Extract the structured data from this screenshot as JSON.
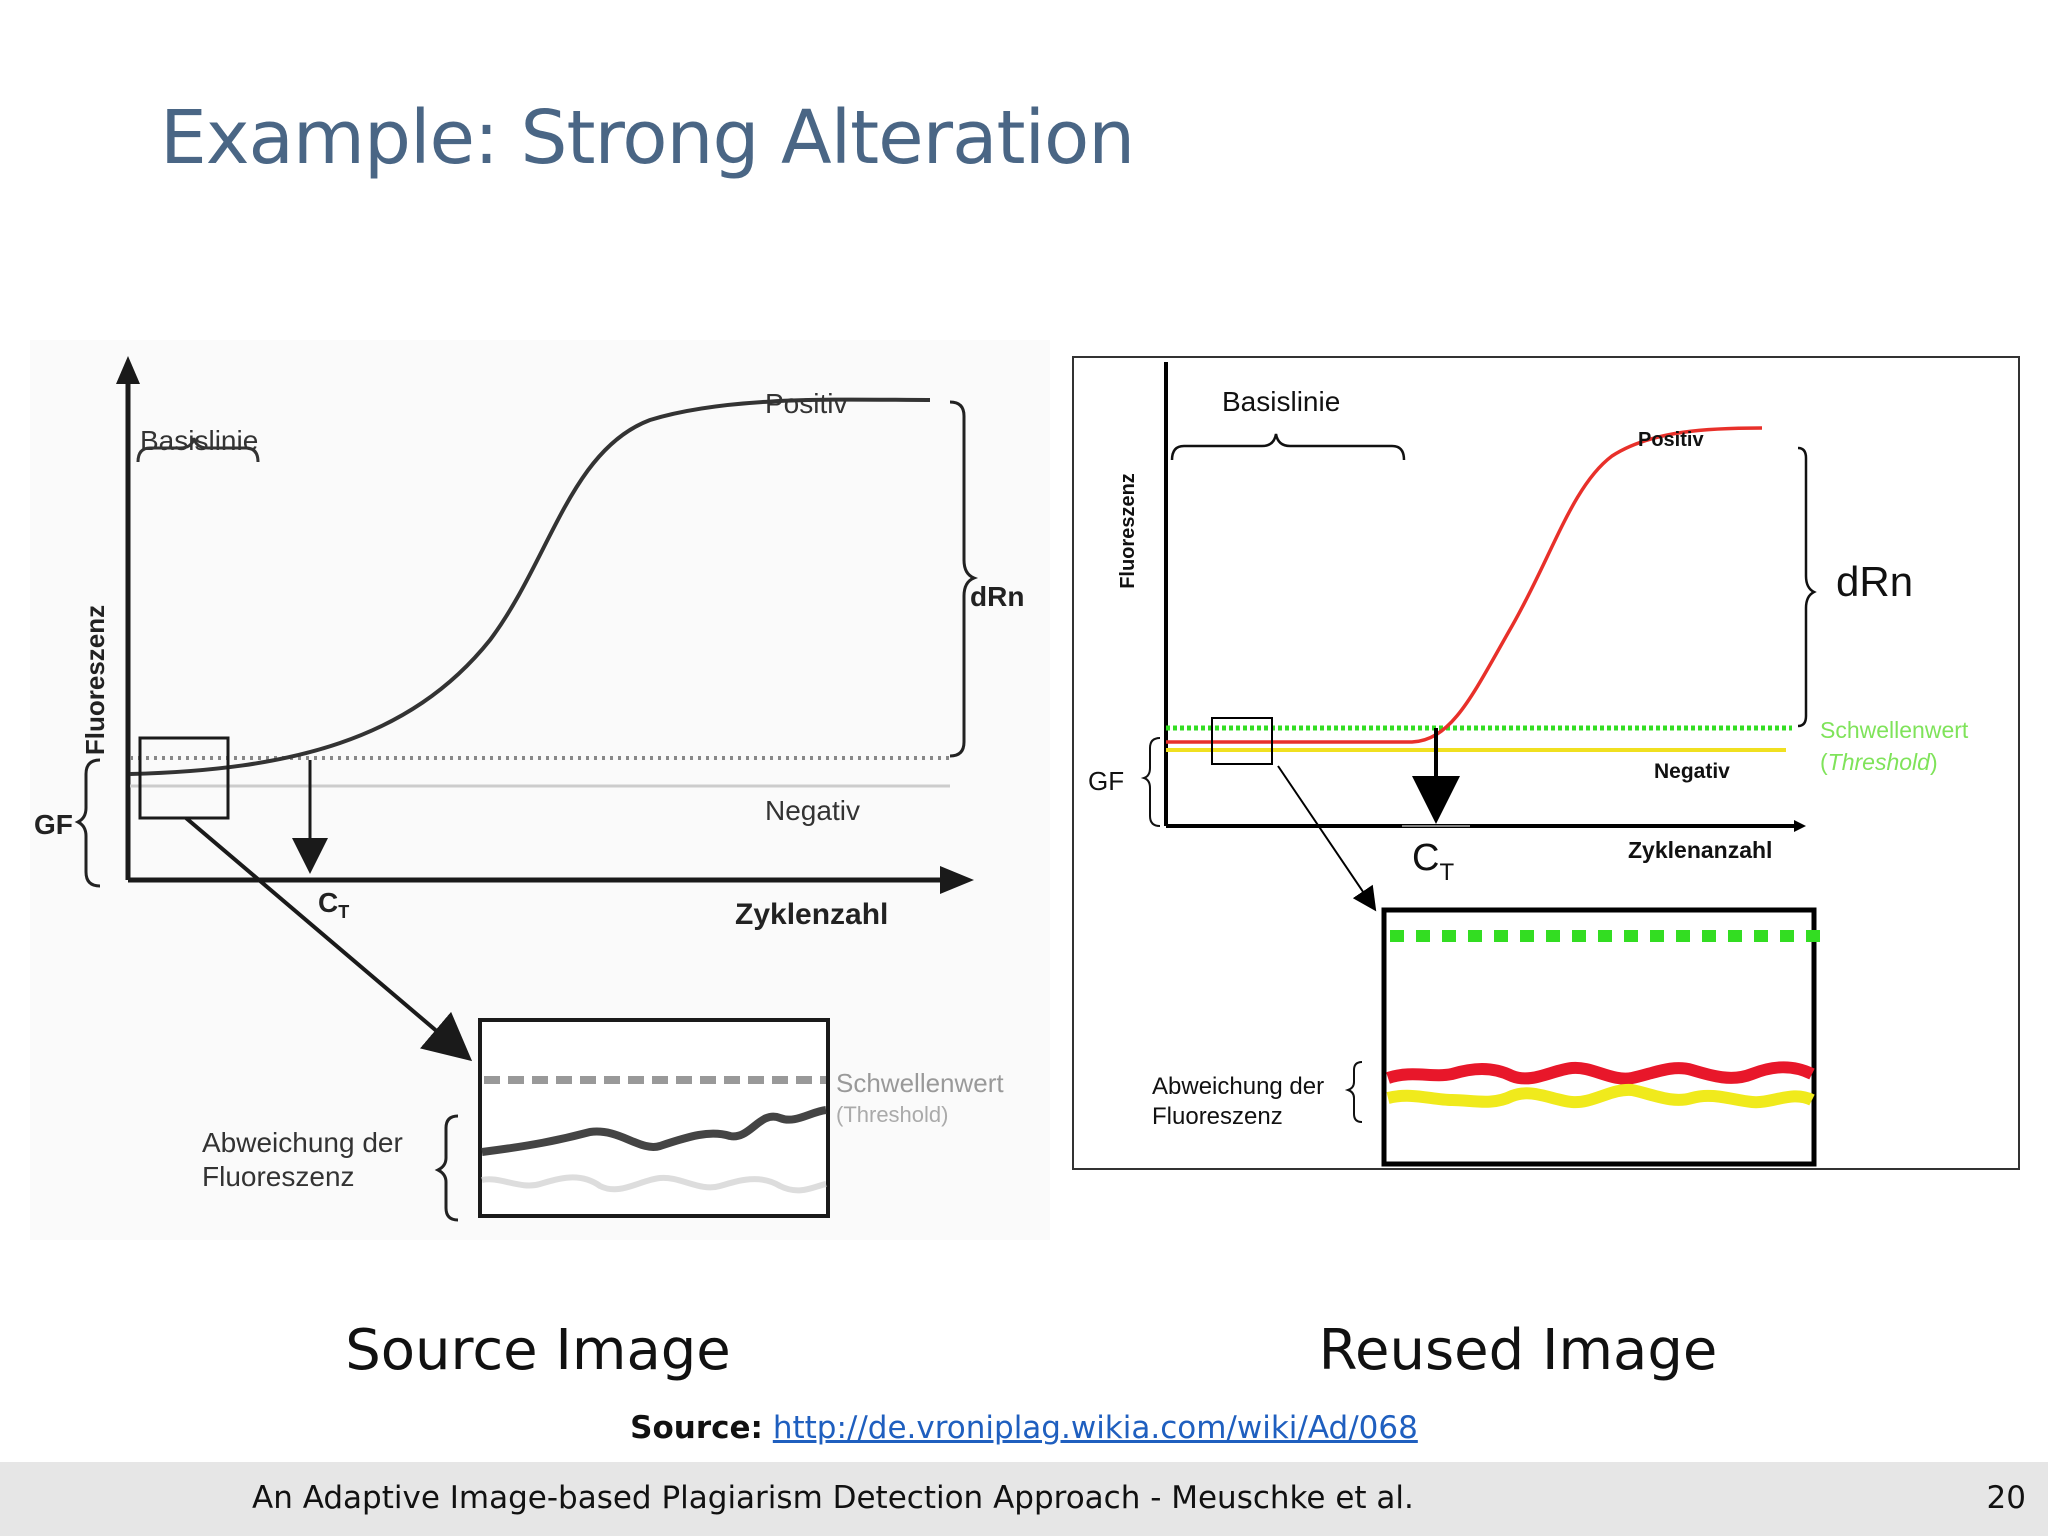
{
  "slide": {
    "title": "Example: Strong Alteration",
    "source_caption": "Source Image",
    "reused_caption": "Reused Image",
    "source_label": "Source:",
    "source_url": "http://de.vroniplag.wikia.com/wiki/Ad/068",
    "footer_text": "An Adaptive Image-based Plagiarism Detection Approach - Meuschke et al.",
    "page_number": "20"
  },
  "source_figure": {
    "y_axis_label": "Fluoreszenz",
    "x_axis_label": "Zyklenzahl",
    "basis_label": "Basislinie",
    "positive_label": "Positiv",
    "negative_label": "Negativ",
    "drn_label": "dRn",
    "gf_label": "GF",
    "ct_main": "C",
    "ct_sub": "T",
    "inset_threshold_label": "Schwellenwert",
    "inset_threshold_en": "(Threshold)",
    "inset_dev_line1": "Abweichung der",
    "inset_dev_line2": "Fluoreszenz"
  },
  "reused_figure": {
    "y_axis_label": "Fluoreszenz",
    "x_axis_label": "Zyklenanzahl",
    "basis_label": "Basislinie",
    "positive_label": "Positiv",
    "negative_label": "Negativ",
    "drn_label": "dRn",
    "gf_label": "GF",
    "ct_main": "C",
    "ct_sub": "T",
    "threshold_label": "Schwellenwert",
    "threshold_en": "Threshold",
    "inset_dev_line1": "Abweichung der",
    "inset_dev_line2": "Fluoreszenz"
  },
  "colors": {
    "title": "#4a6685",
    "positive_curve": "#e8302a",
    "negative_line": "#f0e020",
    "threshold_line": "#33dd22",
    "link": "#1f5fbf"
  }
}
